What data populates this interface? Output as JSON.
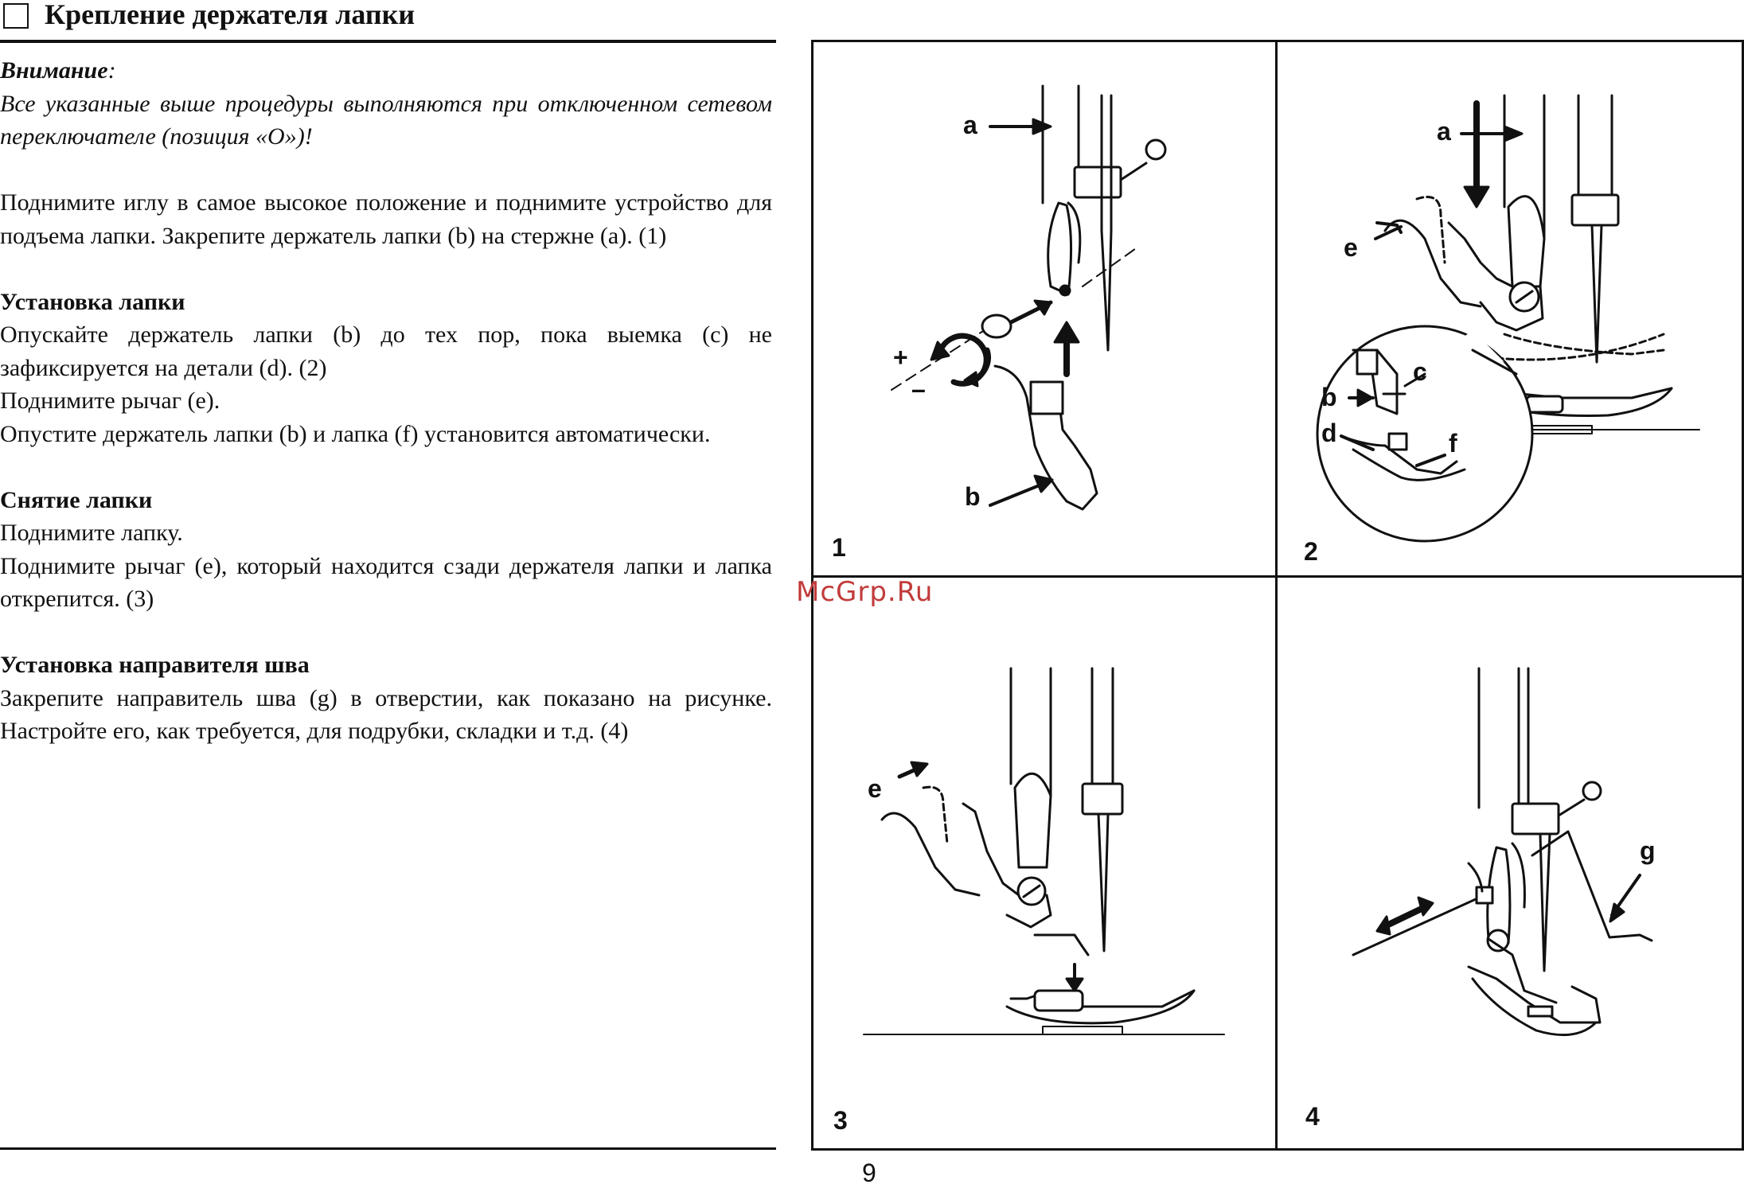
{
  "header": {
    "title": "Крепление держателя лапки"
  },
  "attention": {
    "label": "Внимание",
    "colon": ":",
    "text": "Все указанные выше процедуры выполняются при отключенном сетевом переключателе (позиция «О»)!"
  },
  "intro": "Поднимите иглу в самое высокое положение и поднимите устройство для подъема лапки. Закрепите держатель лапки (b) на стержне (a). (1)",
  "sections": [
    {
      "heading": "Установка лапки",
      "lines": [
        "Опускайте держатель лапки (b) до тех пор, пока выемка (c) не зафиксируется на детали (d). (2)",
        "Поднимите рычаг (e).",
        "Опустите держатель лапки (b) и лапка (f) установится автоматически."
      ]
    },
    {
      "heading": "Снятие лапки",
      "lines": [
        "Поднимите лапку.",
        "Поднимите рычаг (e), который находится сзади держателя лапки и лапка открепится. (3)"
      ]
    },
    {
      "heading": "Установка направителя шва",
      "lines": [
        "Закрепите направитель шва (g) в отверстии, как показано на рисунке. Настройте его, как требуется, для подрубки, складки и т.д. (4)"
      ]
    }
  ],
  "figures": {
    "panels": [
      "1",
      "2",
      "3",
      "4"
    ],
    "labels": {
      "a": "a",
      "b": "b",
      "c": "c",
      "d": "d",
      "e": "e",
      "f": "f",
      "g": "g",
      "plus": "+",
      "minus": "–"
    }
  },
  "watermark": "McGrp.Ru",
  "page_number": "9"
}
